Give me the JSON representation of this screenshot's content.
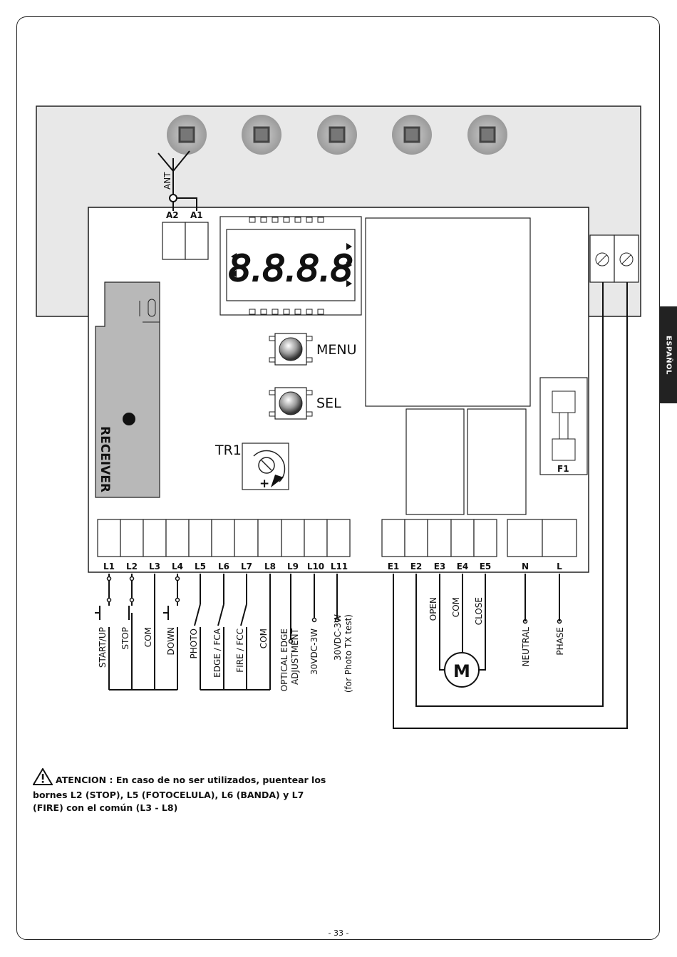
{
  "language_tab": "ESPAÑOL",
  "antenna": {
    "label": "ANT",
    "terminals": [
      "A2",
      "A1"
    ]
  },
  "display": {
    "digits": "8.8.8.8"
  },
  "buttons": {
    "menu": "MENU",
    "sel": "SEL"
  },
  "trimmer": {
    "label": "TR1",
    "sign": "+"
  },
  "receiver": {
    "label": "RECEIVER"
  },
  "fuse": {
    "label": "F1"
  },
  "motor": {
    "label": "M"
  },
  "terminals_l": [
    "L1",
    "L2",
    "L3",
    "L4",
    "L5",
    "L6",
    "L7",
    "L8",
    "L9",
    "L10",
    "L11"
  ],
  "terminals_e": [
    "E1",
    "E2",
    "E3",
    "E4",
    "E5"
  ],
  "terminals_power": [
    "N",
    "L"
  ],
  "wire_labels": {
    "start_up": "START/UP",
    "stop": "STOP",
    "com1": "COM",
    "down": "DOWN",
    "photo": "PHOTO",
    "edge_fca": "EDGE / FCA",
    "fire_fcc": "FIRE / FCC",
    "com2": "COM",
    "optical_1": "OPTICAL EDGE",
    "optical_2": "ADJUSTMENT",
    "vdc": "30VDC-3W",
    "vdc_test_1": "30VDC-3W",
    "vdc_test_2": "(for Photo TX test)",
    "open": "OPEN",
    "com3": "COM",
    "close": "CLOSE",
    "neutral": "NEUTRAL",
    "phase": "PHASE"
  },
  "warning": {
    "prefix": "ATENCION :",
    "text": " En caso de no ser utilizados, puentear los bornes L2 (STOP), L5 (FOTOCELULA), L6 (BANDA) y L7 (FIRE) con el común (L3 - L8)"
  },
  "page_number": "- 33 -"
}
